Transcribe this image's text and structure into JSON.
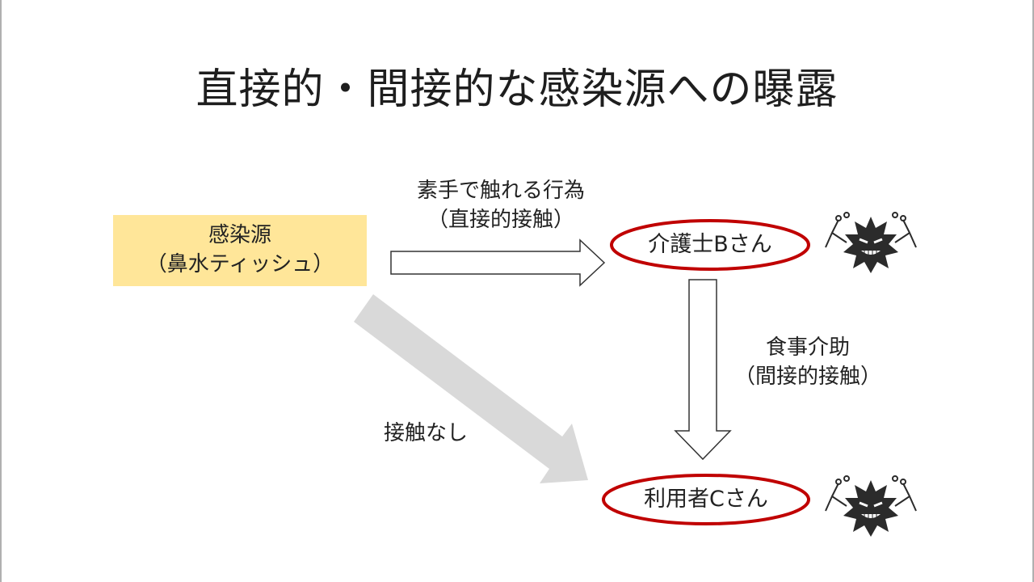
{
  "title": "直接的・間接的な感染源への曝露",
  "source": {
    "line1": "感染源",
    "line2": "（鼻水ティッシュ）"
  },
  "direct_contact": {
    "line1": "素手で触れる行為",
    "line2": "（直接的接触）"
  },
  "caregiver": {
    "label": "介護士Bさん"
  },
  "indirect_contact": {
    "line1": "食事介助",
    "line2": "（間接的接触）"
  },
  "no_contact": {
    "label": "接触なし"
  },
  "user": {
    "label": "利用者Cさん"
  },
  "colors": {
    "source_fill": "#ffe699",
    "ellipse_stroke": "#c00000",
    "gray_arrow": "#d9d9d9",
    "germ": "#2b2b2b"
  },
  "icons": [
    "germ-icon",
    "germ-icon"
  ]
}
